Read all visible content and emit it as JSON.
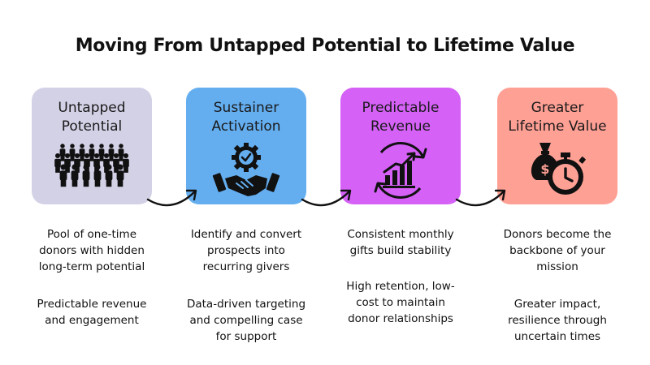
{
  "title": "Moving From Untapped Potential to Lifetime Value",
  "colors": {
    "stage_1": "#d3d1e6",
    "stage_2": "#64aef0",
    "stage_3": "#d561f7",
    "stage_4": "#ffa095",
    "icon": "#111111"
  },
  "stages": [
    {
      "label_lines": [
        "Untapped",
        "Potential"
      ],
      "icon": "crowd-icon",
      "descriptions": [
        [
          "Pool of one-time",
          "donors with hidden",
          "long-term potential"
        ],
        [
          "Predictable revenue",
          "and engagement"
        ]
      ]
    },
    {
      "label_lines": [
        "Sustainer",
        "Activation"
      ],
      "icon": "handshake-gear-icon",
      "descriptions": [
        [
          "Identify and convert",
          "prospects into",
          "recurring givers"
        ],
        [
          "Data-driven targeting",
          "and compelling case",
          "for support"
        ]
      ]
    },
    {
      "label_lines": [
        "Predictable",
        "Revenue"
      ],
      "icon": "growth-chart-cycle-icon",
      "descriptions": [
        [
          "Consistent monthly",
          "gifts build stability"
        ],
        [
          "High retention, low-",
          "cost to maintain",
          "donor relationships"
        ]
      ]
    },
    {
      "label_lines": [
        "Greater",
        "Lifetime Value"
      ],
      "icon": "money-bag-clock-icon",
      "descriptions": [
        [
          "Donors become the",
          "backbone of your",
          "mission"
        ],
        [
          "Greater impact,",
          "resilience through",
          "uncertain times"
        ]
      ]
    }
  ]
}
